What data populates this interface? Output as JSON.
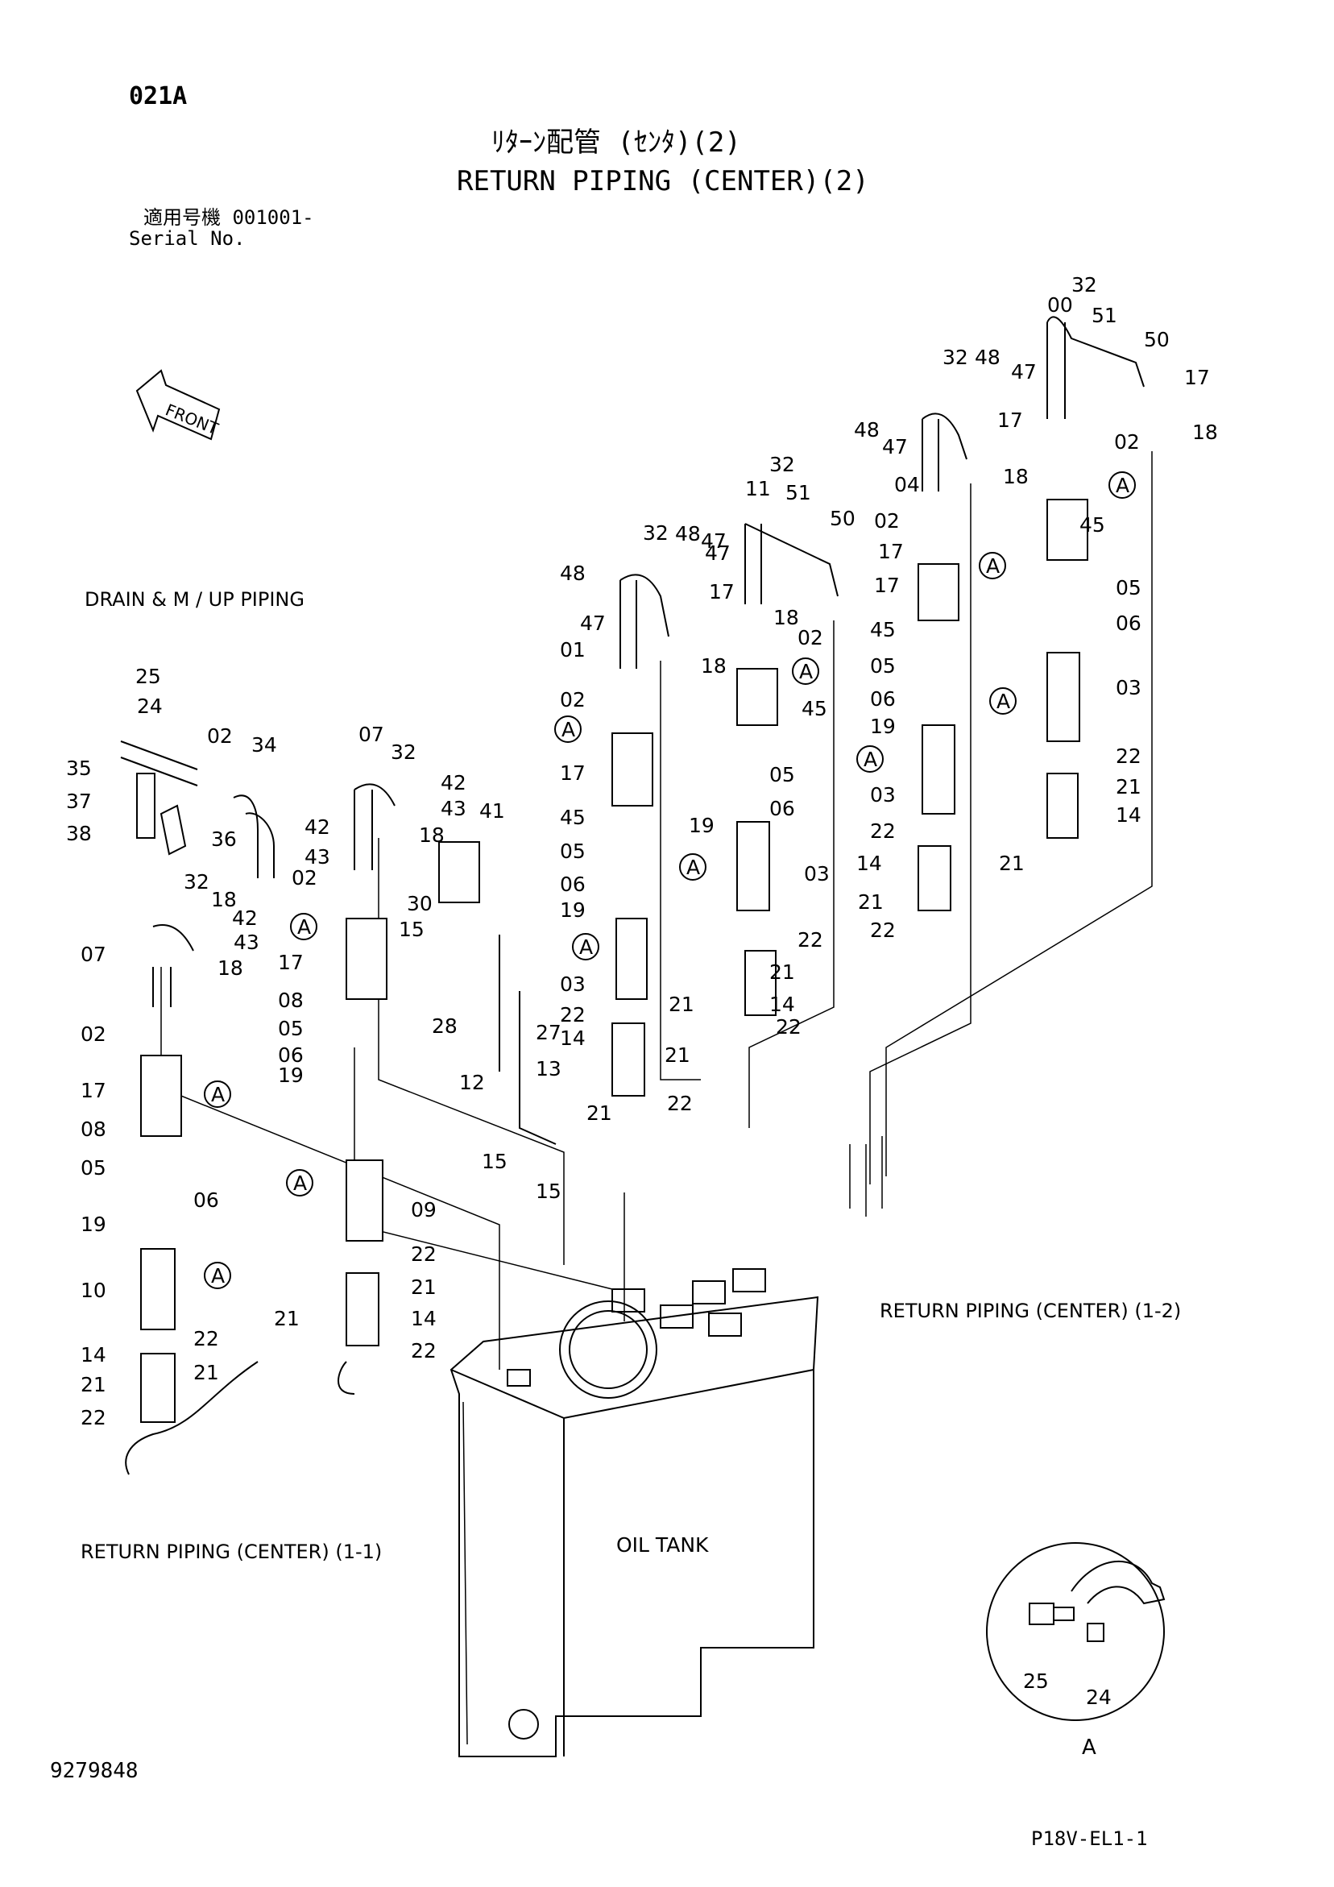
{
  "header": {
    "page_code": "021A",
    "title_jp": "ﾘﾀｰﾝ配管 (ｾﾝﾀ)(2)",
    "title_en": "RETURN PIPING (CENTER)(2)",
    "serial_jp": "適用号機  001001-",
    "serial_en": "Serial No."
  },
  "labels": {
    "front": "FRONT",
    "drain": "DRAIN & M / UP  PIPING",
    "return_1_2": "RETURN  PIPING (CENTER) (1-2)",
    "return_1_1": "RETURN  PIPING (CENTER) (1-1)",
    "oil_tank": "OIL  TANK",
    "detail_a": "A"
  },
  "footer": {
    "doc_no": "9279848",
    "fig_code": "P18V-EL1-1"
  },
  "callouts": [
    "32",
    "00",
    "51",
    "50",
    "48",
    "47",
    "17",
    "02",
    "18",
    "04",
    "45",
    "05",
    "06",
    "03",
    "19",
    "22",
    "21",
    "14",
    "01",
    "11",
    "12",
    "13",
    "15",
    "27",
    "28",
    "30",
    "41",
    "42",
    "43",
    "34",
    "35",
    "36",
    "37",
    "38",
    "24",
    "25",
    "07",
    "08",
    "09",
    "10",
    "A"
  ]
}
